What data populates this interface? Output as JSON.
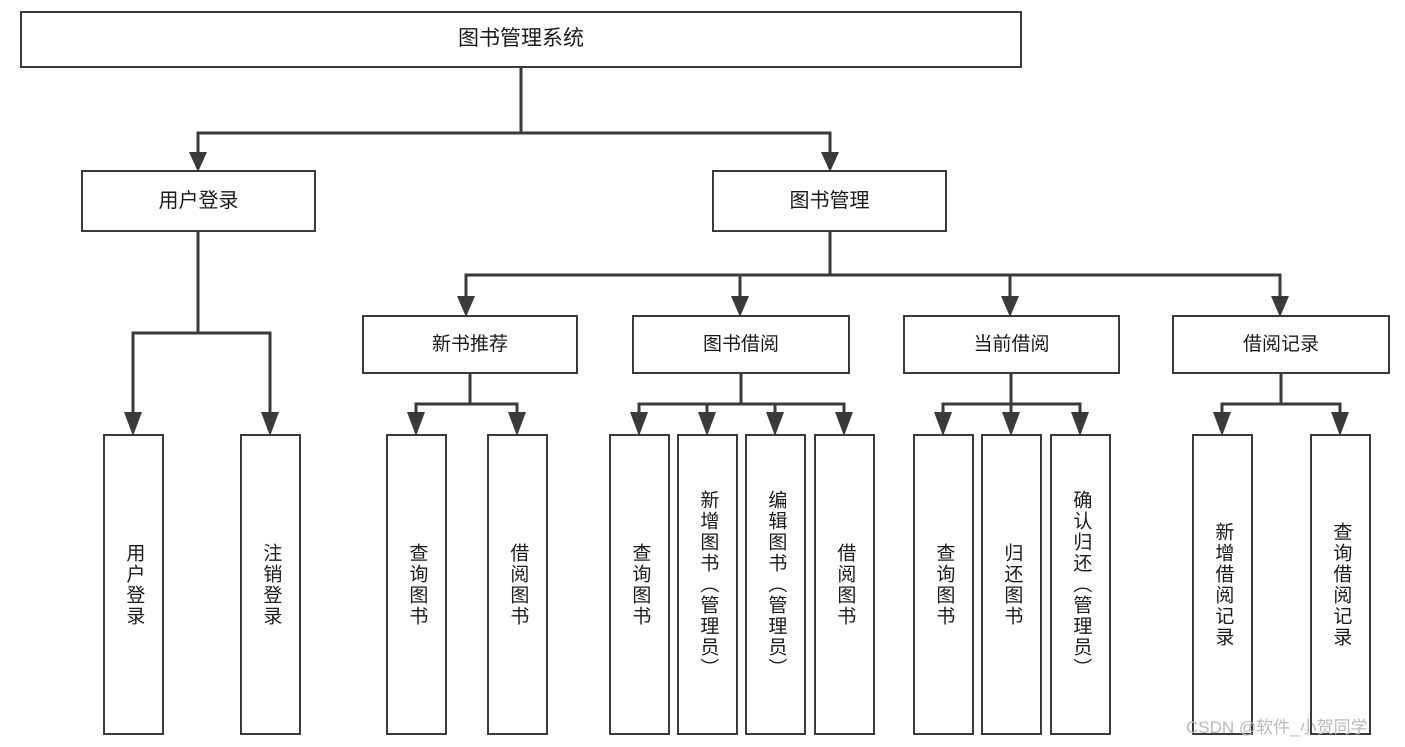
{
  "diagram": {
    "type": "tree",
    "title": "图书管理系统",
    "orientation": "top-down",
    "colors": {
      "box_border": "#3a3a3a",
      "box_fill": "#ffffff",
      "connector": "#3a3a3a",
      "text": "#1a1a1a",
      "watermark": "#b9b9b9",
      "background": "#ffffff"
    },
    "root": {
      "label": "图书管理系统",
      "level": 1
    },
    "level2": [
      {
        "label": "用户登录",
        "level": 2
      },
      {
        "label": "图书管理",
        "level": 2
      }
    ],
    "level3": [
      {
        "label": "新书推荐",
        "level": 3,
        "parent": "图书管理"
      },
      {
        "label": "图书借阅",
        "level": 3,
        "parent": "图书管理"
      },
      {
        "label": "当前借阅",
        "level": 3,
        "parent": "图书管理"
      },
      {
        "label": "借阅记录",
        "level": 3,
        "parent": "图书管理"
      }
    ],
    "leaves": [
      {
        "label": "用户登录",
        "parent": "用户登录",
        "group": 0
      },
      {
        "label": "注销登录",
        "parent": "用户登录",
        "group": 0
      },
      {
        "label": "查询图书",
        "parent": "新书推荐",
        "group": 1
      },
      {
        "label": "借阅图书",
        "parent": "新书推荐",
        "group": 1
      },
      {
        "label": "查询图书",
        "parent": "图书借阅",
        "group": 2
      },
      {
        "label": "新增图书（管理员）",
        "parent": "图书借阅",
        "group": 2
      },
      {
        "label": "编辑图书（管理员）",
        "parent": "图书借阅",
        "group": 2
      },
      {
        "label": "借阅图书",
        "parent": "图书借阅",
        "group": 2
      },
      {
        "label": "查询图书",
        "parent": "当前借阅",
        "group": 3
      },
      {
        "label": "归还图书",
        "parent": "当前借阅",
        "group": 3
      },
      {
        "label": "确认归还（管理员）",
        "parent": "当前借阅",
        "group": 3
      },
      {
        "label": "新增借阅记录",
        "parent": "借阅记录",
        "group": 4
      },
      {
        "label": "查询借阅记录",
        "parent": "借阅记录",
        "group": 4
      }
    ]
  },
  "watermark": {
    "text": "CSDN @软件_小贺同学"
  }
}
